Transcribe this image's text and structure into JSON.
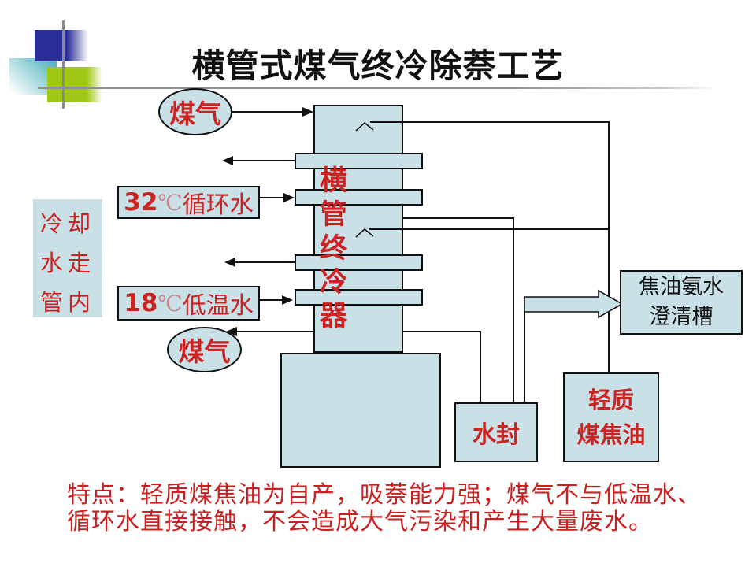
{
  "slide": {
    "title": "横管式煤气终冷除萘工艺",
    "caption": {
      "line1": "特点：轻质煤焦油为自产，吸萘能力强；煤气不与低温水、",
      "line2": "循环水直接接触，不会造成大气污染和产生大量废水。"
    }
  },
  "diagram": {
    "gas_inlet": {
      "label": "煤气"
    },
    "gas_outlet": {
      "label": "煤气"
    },
    "circulating_water": {
      "temp": "32",
      "unit": "℃",
      "label": "循环水"
    },
    "low_temp_water": {
      "temp": "18",
      "unit": "℃",
      "label": "低温水"
    },
    "cooling_water_note": {
      "label": "冷却水走管内"
    },
    "cooler": {
      "label": "横管终冷器"
    },
    "tar_ammonia_tank": {
      "line1": "焦油氨水",
      "line2": "澄清槽"
    },
    "water_seal": {
      "label": "水封"
    },
    "light_tar": {
      "line1": "轻质",
      "line2": "煤焦油"
    }
  },
  "colors": {
    "box_fill": "#c8e0e6",
    "red_text": "#cc2222",
    "caption_red": "#cc2020",
    "line_black": "#111111",
    "deco_blue": "#2b2e96",
    "deco_green": "#a0c814",
    "deco_teal": "#58b7c1",
    "rule_gray": "#909090"
  }
}
